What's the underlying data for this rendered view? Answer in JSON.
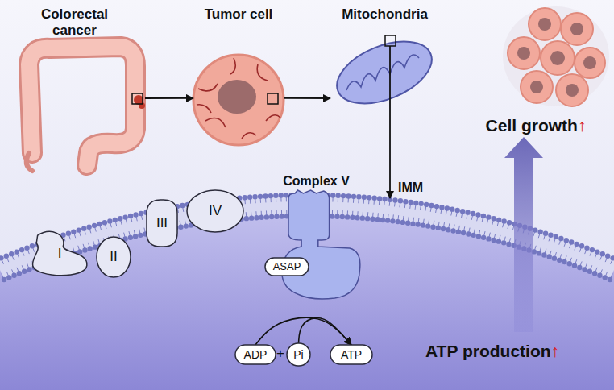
{
  "diagram": {
    "nodes": [
      {
        "text": [
          "Colorectal cancer"
        ]
      },
      {
        "text": [
          "Tumor cell"
        ]
      },
      {
        "text": [
          "Mitochondria"
        ]
      },
      {
        "text": [
          "Cell growth↑"
        ]
      },
      {
        "text": [
          "Complex V"
        ]
      },
      {
        "text": [
          "ASAP"
        ],
        "in": 4
      },
      {
        "text": [
          "I"
        ]
      },
      {
        "text": [
          "II"
        ]
      },
      {
        "text": [
          "III"
        ]
      },
      {
        "text": [
          "IV"
        ]
      },
      {
        "text": [
          "ADP"
        ]
      },
      {
        "text": [
          "Pi"
        ]
      },
      {
        "text": [
          "ATP"
        ]
      }
    ],
    "edges": [
      {
        "from": 0,
        "to": 1,
        "arrow": "to"
      },
      {
        "from": 1,
        "to": 2,
        "arrow": "to"
      },
      {
        "from": 10,
        "to": 12,
        "arrow": "to"
      },
      {
        "from": 11,
        "to": 12,
        "arrow": "to"
      }
    ],
    "labels": [
      "IMM",
      "+",
      "ATP production↑"
    ]
  }
}
